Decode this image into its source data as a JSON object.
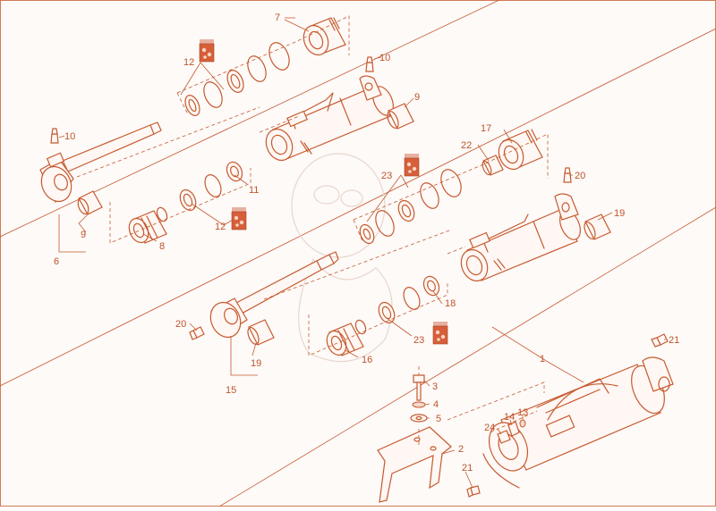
{
  "labels": {
    "l1": "1",
    "l2": "2",
    "l3": "3",
    "l4": "4",
    "l5": "5",
    "l6": "6",
    "l7": "7",
    "l8": "8",
    "l9a": "9",
    "l9b": "9",
    "l10a": "10",
    "l10b": "10",
    "l11": "11",
    "l12a": "12",
    "l12b": "12",
    "l13": "13",
    "l14": "14",
    "l15": "15",
    "l16": "16",
    "l17": "17",
    "l18": "18",
    "l19a": "19",
    "l19b": "19",
    "l20a": "20",
    "l20b": "20",
    "l21a": "21",
    "l21b": "21",
    "l22": "22",
    "l23a": "23",
    "l23b": "23",
    "l24": "24"
  },
  "colors": {
    "line": "#c65a2f",
    "label": "#c0542b",
    "seal_kit": "#d65f3a",
    "background": "#fdfaf8"
  }
}
